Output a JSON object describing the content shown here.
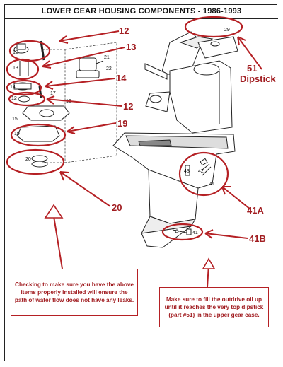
{
  "title": "LOWER GEAR HOUSING COMPONENTS - 1986-1993",
  "callouts": {
    "c12a": "12",
    "c13": "13",
    "c14": "14",
    "c12b": "12",
    "c19": "19",
    "c20": "20",
    "c51": "51",
    "c51_label": "Dipstick",
    "c41a": "41A",
    "c41b": "41B"
  },
  "parts": {
    "p12": "12",
    "p13": "13",
    "p14": "14",
    "p17": "17",
    "p12b": "12",
    "p15": "15",
    "p19": "19",
    "p20": "20",
    "p21": "21",
    "p22": "22",
    "p16": "16",
    "p29": "29",
    "p42": "42",
    "p43": "43",
    "p41": "41",
    "p41b": "41"
  },
  "notes": {
    "left": "Checking to make sure you have the above items properly installed will ensure the path of water flow does not have any leaks.",
    "right": "Make sure to fill the outdrive oil up until it reaches the very top dipstick (part #51) in the upper gear case."
  },
  "colors": {
    "accent": "#b52024",
    "callout_text": "#a11d21",
    "line": "#222222"
  }
}
